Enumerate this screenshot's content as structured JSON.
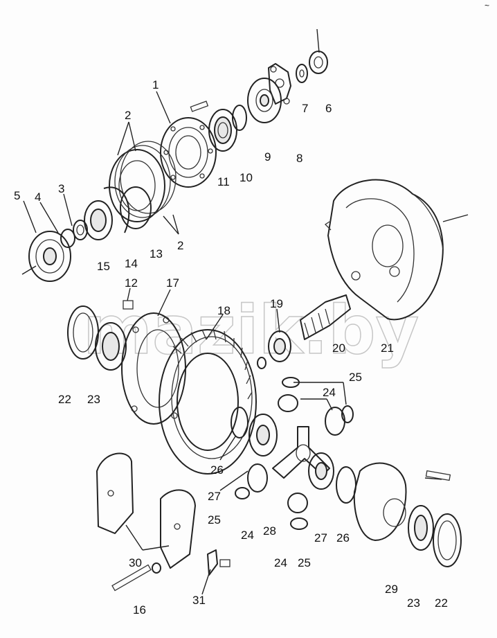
{
  "watermark": "mazik.by",
  "corner_mark": "~",
  "labels": {
    "l1": "1",
    "l2a": "2",
    "l2b": "2",
    "l3": "3",
    "l4": "4",
    "l5": "5",
    "l6": "6",
    "l7": "7",
    "l8": "8",
    "l9": "9",
    "l10": "10",
    "l11": "11",
    "l12": "12",
    "l13": "13",
    "l14": "14",
    "l15": "15",
    "l16": "16",
    "l17": "17",
    "l18": "18",
    "l19": "19",
    "l20": "20",
    "l21": "21",
    "l22a": "22",
    "l22b": "22",
    "l23a": "23",
    "l23b": "23",
    "l24a": "24",
    "l24b": "24",
    "l24c": "24",
    "l25a": "25",
    "l25b": "25",
    "l25c": "25",
    "l26a": "26",
    "l26b": "26",
    "l27a": "27",
    "l27b": "27",
    "l28": "28",
    "l29": "29",
    "l30": "30",
    "l31": "31"
  }
}
